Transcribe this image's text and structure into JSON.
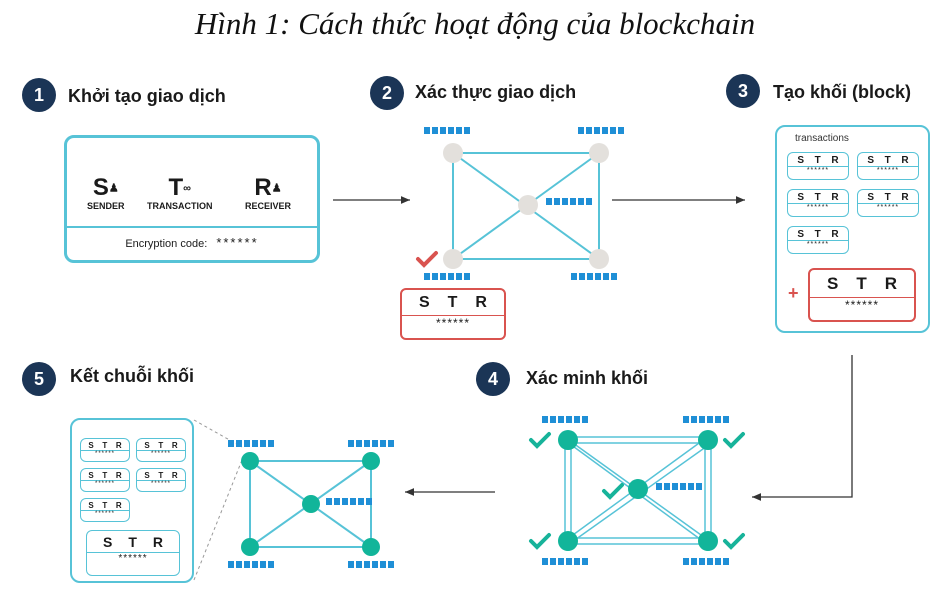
{
  "title": "Hình 1: Cách thức hoạt động của blockchain",
  "steps": [
    {
      "num": "1",
      "label": "Khởi tạo giao dịch"
    },
    {
      "num": "2",
      "label": "Xác thực giao dịch"
    },
    {
      "num": "3",
      "label": "Tạo khối (block)"
    },
    {
      "num": "4",
      "label": "Xác minh khối"
    },
    {
      "num": "5",
      "label": "Kết chuỗi khối"
    }
  ],
  "step1": {
    "sender_letter": "S",
    "sender_label": "SENDER",
    "transaction_letter": "T",
    "transaction_label": "TRANSACTION",
    "receiver_letter": "R",
    "receiver_label": "RECEIVER",
    "encryption_label": "Encryption code:",
    "encryption_value": "******"
  },
  "str": {
    "s": "S",
    "t": "T",
    "r": "R",
    "stars": "******"
  },
  "step3": {
    "transactions_label": "transactions",
    "plus": "+"
  },
  "colors": {
    "accent": "#57c3d7",
    "node_teal": "#12b59a",
    "node_gray": "#e3e0dc",
    "badge": "#1b3556",
    "check_red": "#d9534f",
    "check_teal": "#17b39a"
  }
}
